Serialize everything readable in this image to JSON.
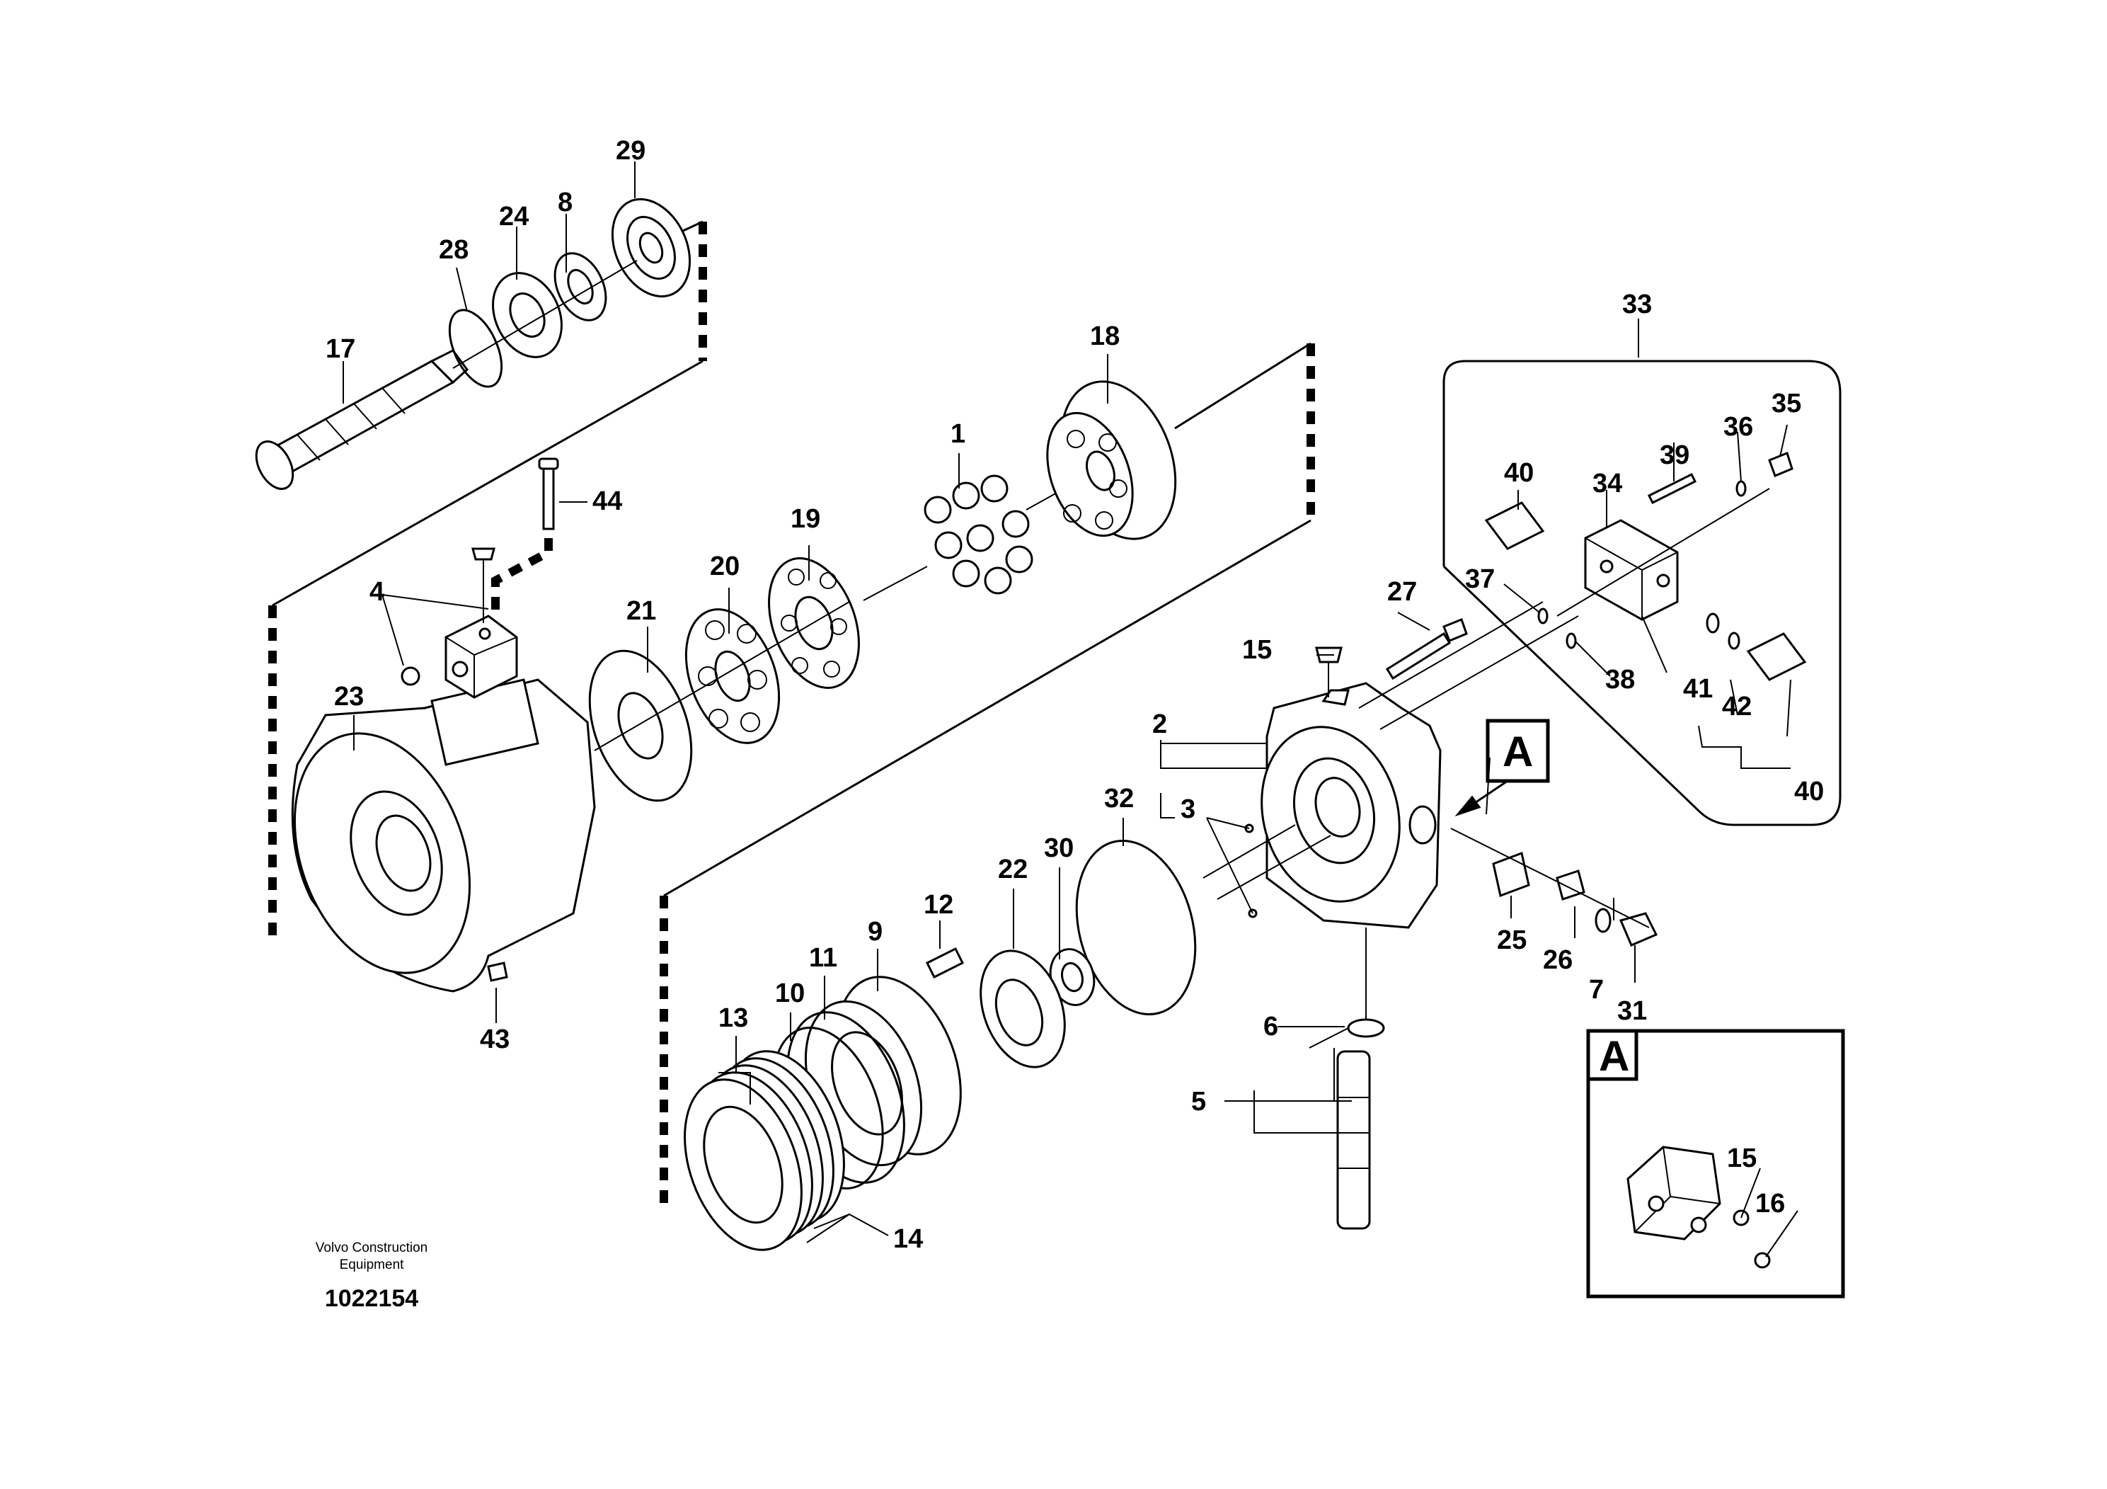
{
  "diagram": {
    "callouts": [
      "1",
      "2",
      "3",
      "4",
      "5",
      "6",
      "7",
      "8",
      "9",
      "10",
      "11",
      "12",
      "13",
      "14",
      "15",
      "16",
      "17",
      "18",
      "19",
      "20",
      "21",
      "22",
      "23",
      "24",
      "25",
      "26",
      "27",
      "28",
      "29",
      "30",
      "31",
      "32",
      "33",
      "34",
      "35",
      "36",
      "37",
      "38",
      "39",
      "40",
      "41",
      "42",
      "43",
      "44"
    ],
    "view_marker": "A",
    "manufacturer_line1": "Volvo Construction",
    "manufacturer_line2": "Equipment",
    "document_number": "1022154"
  }
}
